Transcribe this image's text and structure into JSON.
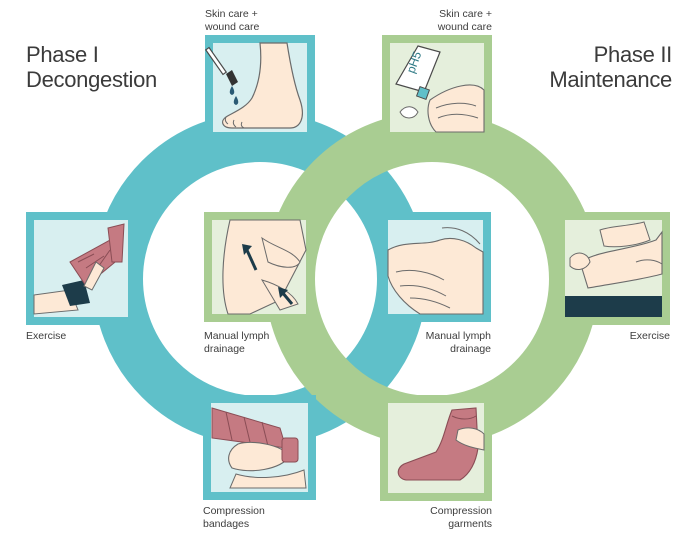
{
  "phase1": {
    "line1": "Phase I",
    "line2": "Decongestion",
    "color": "#5fc0c9"
  },
  "phase2": {
    "line1": "Phase II",
    "line2": "Maintenance",
    "color": "#a9cd92"
  },
  "labels": {
    "p1_skin": [
      "Skin care +",
      "wound care"
    ],
    "p1_exercise": [
      "Exercise"
    ],
    "p1_mld": [
      "Manual lymph",
      "drainage"
    ],
    "p1_bandages": [
      "Compression",
      "bandages"
    ],
    "p2_skin": [
      "Skin care +",
      "wound care"
    ],
    "p2_exercise": [
      "Exercise"
    ],
    "p2_mld": [
      "Manual lymph",
      "drainage"
    ],
    "p2_garments": [
      "Compression",
      "garments"
    ]
  },
  "icons": {
    "p1_skin": "foot-brush-drops-icon",
    "p1_exercise": "leg-raise-exercise-icon",
    "p1_mld": "arm-lymph-drainage-icon",
    "p1_bandages": "arm-bandaging-icon",
    "p2_skin": "ph5-cream-tube-icon",
    "p2_exercise": "leg-stretch-exercise-icon",
    "p2_mld": "hands-massage-icon",
    "p2_garments": "compression-sock-icon"
  },
  "tube_text": "pH5"
}
